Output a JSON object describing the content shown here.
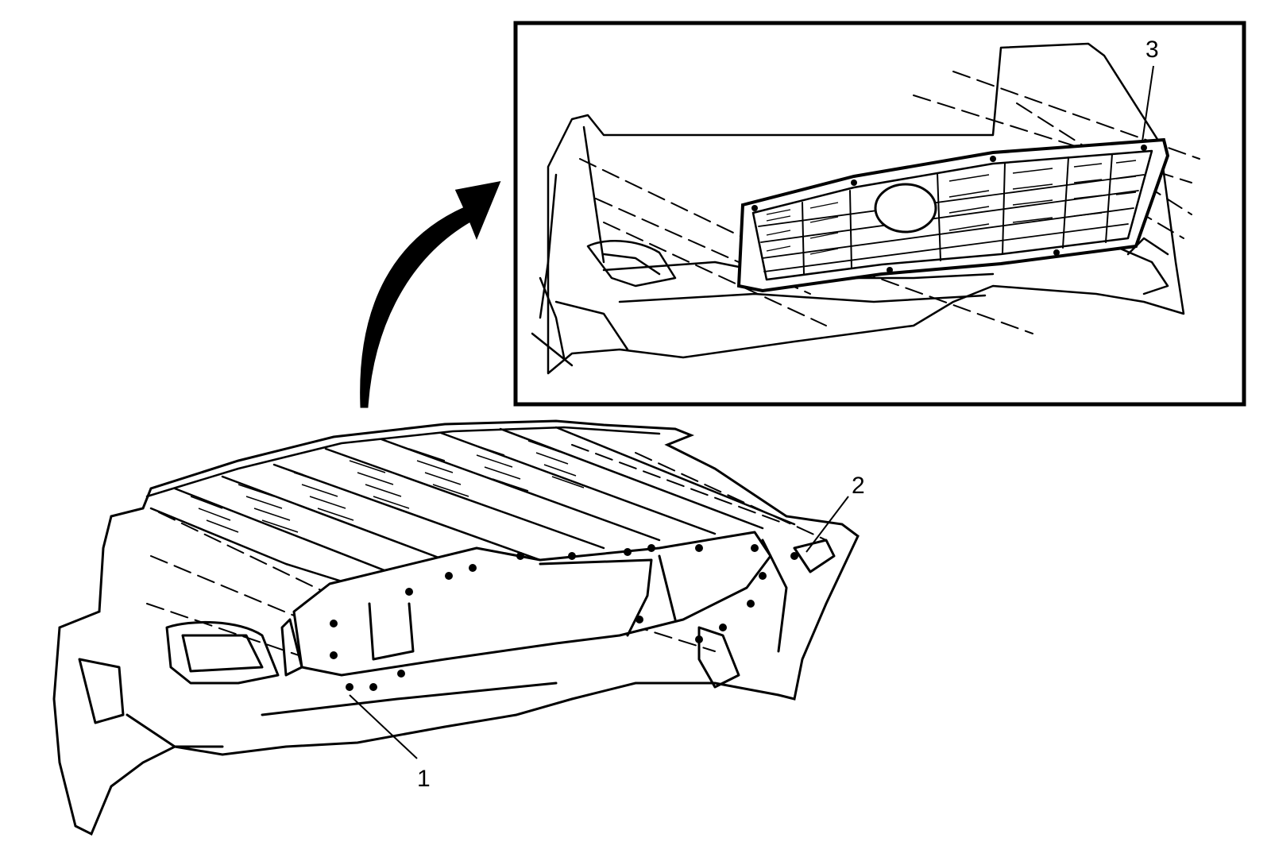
{
  "callouts": {
    "label_1": "1",
    "label_2": "2",
    "label_3": "3"
  },
  "colors": {
    "ink": "#000000",
    "paper": "#ffffff"
  },
  "icons": {
    "arrow": "curved-arrow-icon"
  }
}
